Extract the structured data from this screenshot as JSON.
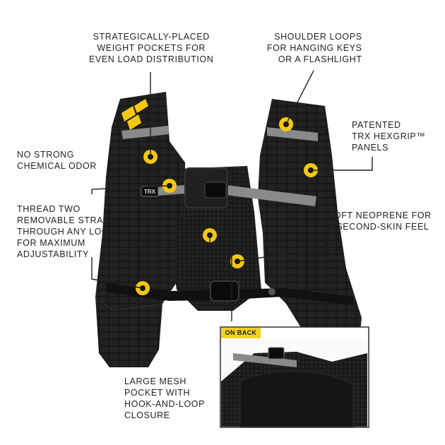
{
  "callouts": {
    "weight_pockets": [
      "STRATEGICALLY-PLACED",
      "WEIGHT POCKETS FOR",
      "EVEN LOAD DISTRIBUTION"
    ],
    "shoulder_loops": [
      "SHOULDER LOOPS",
      "FOR HANGING KEYS",
      "OR A FLASHLIGHT"
    ],
    "no_odor": [
      "NO STRONG",
      "CHEMICAL ODOR"
    ],
    "hexgrip": [
      "PATENTED",
      "TRX HEXGRIP™",
      "PANELS"
    ],
    "straps": [
      "THREAD TWO",
      "REMOVABLE STRAPS",
      "THROUGH ANY LOOP",
      "FOR MAXIMUM",
      "ADJUSTABILITY"
    ],
    "neoprene": [
      "SOFT NEOPRENE FOR",
      "A SECOND-SKIN FEEL"
    ],
    "mesh_pocket": [
      "LARGE MESH",
      "POCKET WITH",
      "HOOK-AND-LOOP",
      "CLOSURE"
    ]
  },
  "inset": {
    "tag": "ON BACK"
  },
  "logo_text": "TRX",
  "colors": {
    "accent": "#f2c811",
    "vest": "#151515",
    "reflective": "#8a8a8a",
    "leader_line": "#231f20"
  }
}
